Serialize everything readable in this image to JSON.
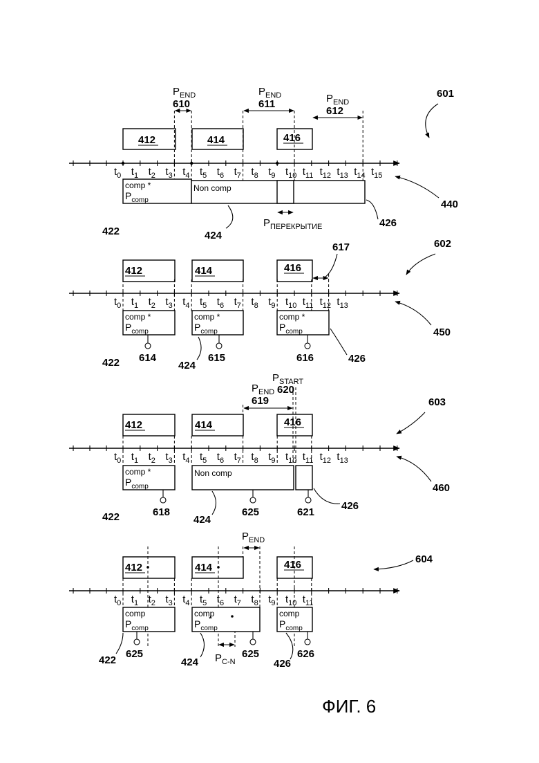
{
  "figure_title": "ФИГ. 6",
  "colors": {
    "ink": "#000000",
    "paper": "#ffffff"
  },
  "blocks": {
    "b412": "412",
    "b414": "414",
    "b416": "416"
  },
  "texts": {
    "comp": "comp",
    "comp_star": "comp *",
    "p_comp_base": "P",
    "p_comp_sub": "comp",
    "non_comp": "Non comp",
    "star": "*",
    "p_letter": "P",
    "end_sub": "END",
    "start_sub": "START",
    "overlap_sub": "ПЕРЕКРЫТИЕ",
    "cn_sub": "C-N",
    "t_letter": "t"
  },
  "tick_subscripts": [
    "0",
    "1",
    "2",
    "3",
    "4",
    "5",
    "6",
    "7",
    "8",
    "9",
    "10",
    "11",
    "12",
    "13",
    "14",
    "15"
  ],
  "panels": [
    {
      "id": "601",
      "label": "601",
      "axis_label": "440",
      "last_tick": 15,
      "intervals": [
        {
          "num": "610",
          "kind": "END"
        },
        {
          "num": "611",
          "kind": "END"
        },
        {
          "num": "612",
          "kind": "END"
        },
        {
          "kind": "ПЕРЕКРЫТИЕ"
        }
      ],
      "refs": [
        "422",
        "424",
        "426"
      ]
    },
    {
      "id": "602",
      "label": "602",
      "axis_label": "450",
      "last_tick": 13,
      "interval_num": "617",
      "refs": [
        "422",
        "424",
        "426"
      ],
      "pins": [
        "614",
        "615",
        "616"
      ]
    },
    {
      "id": "603",
      "label": "603",
      "axis_label": "460",
      "last_tick": 13,
      "intervals": [
        {
          "num": "619",
          "kind": "END"
        },
        {
          "num": "620",
          "kind": "START"
        }
      ],
      "refs": [
        "422",
        "424",
        "426"
      ],
      "pins": [
        "618",
        "625",
        "621"
      ]
    },
    {
      "id": "604",
      "label": "604",
      "last_tick": 11,
      "intervals": [
        {
          "kind": "END"
        },
        {
          "kind": "C-N"
        }
      ],
      "refs": [
        "422",
        "424",
        "426"
      ],
      "pins": [
        "625",
        "625",
        "626"
      ]
    }
  ]
}
